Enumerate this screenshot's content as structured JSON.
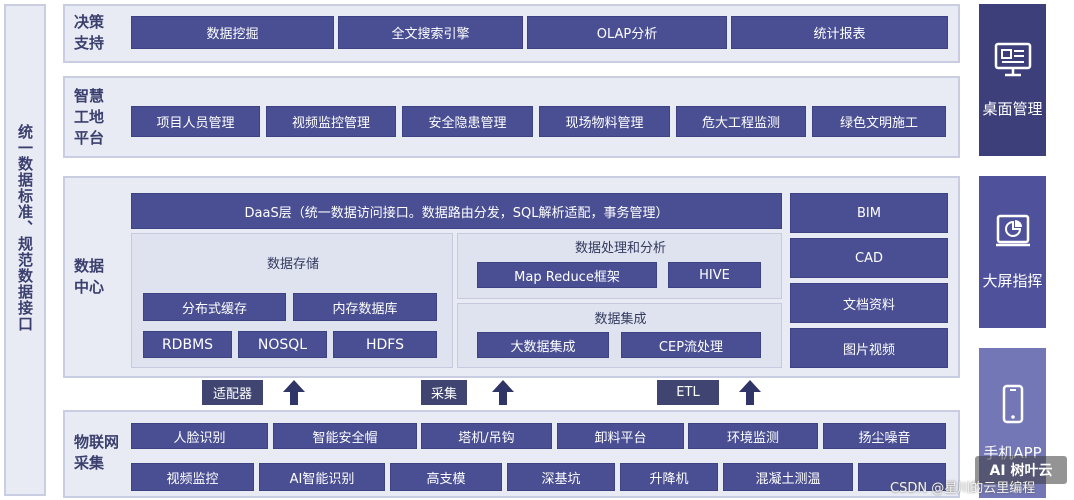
{
  "left_label": "统一数据标准、规范数据接口",
  "decision": {
    "label": "决策\n支持",
    "items": [
      "数据挖掘",
      "全文搜索引擎",
      "OLAP分析",
      "统计报表"
    ]
  },
  "platform": {
    "label": "智慧\n工地\n平台",
    "items": [
      "项目人员管理",
      "视频监控管理",
      "安全隐患管理",
      "现场物料管理",
      "危大工程监测",
      "绿色文明施工"
    ]
  },
  "datacenter": {
    "label": "数据\n中心",
    "daas": "DaaS层（统一数据访问接口。数据路由分发，SQL解析适配，事务管理）",
    "storage_title": "数据存储",
    "storage_row1": [
      "分布式缓存",
      "内存数据库"
    ],
    "storage_row2": [
      "RDBMS",
      "NOSQL",
      "HDFS"
    ],
    "processing_title": "数据处理和分析",
    "processing_items": [
      "Map Reduce框架",
      "HIVE"
    ],
    "integration_title": "数据集成",
    "integration_items": [
      "大数据集成",
      "CEP流处理"
    ],
    "side_items": [
      "BIM",
      "CAD",
      "文档资料",
      "图片视频"
    ]
  },
  "connectors": [
    "适配器",
    "采集",
    "ETL"
  ],
  "iot": {
    "label": "物联网\n采集",
    "row1": [
      "人脸识别",
      "智能安全帽",
      "塔机/吊钩",
      "卸料平台",
      "环境监测",
      "扬尘噪音"
    ],
    "row2": [
      "视频监控",
      "AI智能识别",
      "高支模",
      "深基坑",
      "升降机",
      "混凝土测温",
      ""
    ]
  },
  "right_panels": [
    {
      "label": "桌面管理",
      "icon": "desktop-icon",
      "color": "#3d3f7a"
    },
    {
      "label": "大屏指挥",
      "icon": "big-screen-icon",
      "color": "#4f529a"
    },
    {
      "label": "手机APP",
      "icon": "mobile-icon",
      "color": "#7377b5"
    }
  ],
  "watermark": "CSDN @星川的云里编程",
  "watermark_logo": "AI 树叶云"
}
